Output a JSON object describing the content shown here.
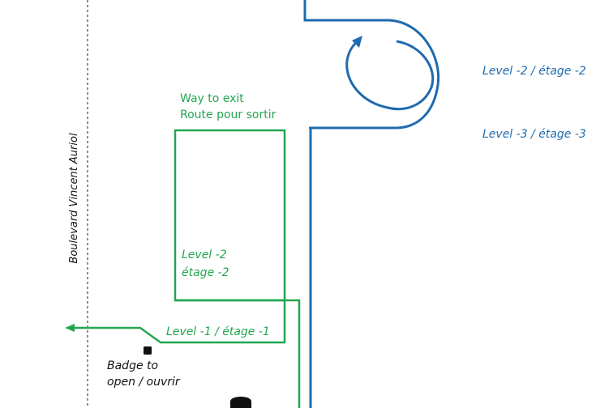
{
  "colors": {
    "exit_route": "#22a650",
    "entry_route": "#1f6bb0",
    "street": "#444444"
  },
  "labels": {
    "street": "Boulevard Vincent Auriol",
    "way_to_exit_en": "Way to exit",
    "way_to_exit_fr": "Route pour sortir",
    "level_minus2_en": "Level -2",
    "level_minus2_fr": "étage -2",
    "level_minus1": "Level -1 / étage -1",
    "badge_line1": "Badge to",
    "badge_line2": "open / ouvrir",
    "blue_level_minus2": "Level -2 / étage -2",
    "blue_level_minus3": "Level -3 / étage -3"
  }
}
